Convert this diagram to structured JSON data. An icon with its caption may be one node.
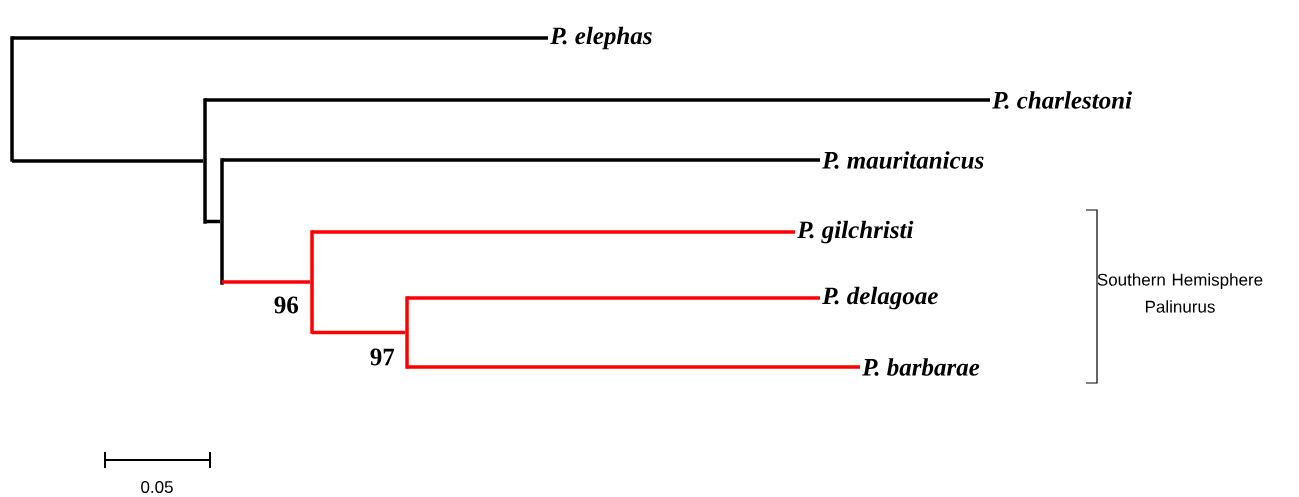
{
  "diagram": {
    "nodes": [
      {
        "text": [
          "P. elephas"
        ]
      },
      {
        "text": [
          "P. charlestoni"
        ]
      },
      {
        "text": [
          "P. mauritanicus"
        ]
      },
      {
        "text": [
          "P. gilchristi"
        ]
      },
      {
        "text": [
          "P. delagoae"
        ]
      },
      {
        "text": [
          "P. barbarae"
        ]
      },
      {
        "text": [],
        "shape": "bar"
      },
      {
        "text": [],
        "shape": "bar"
      },
      {
        "text": [],
        "shape": "bar"
      },
      {
        "text": [],
        "shape": "bar",
        "beside": [
          "96"
        ]
      },
      {
        "text": [],
        "shape": "bar",
        "beside": [
          "97"
        ]
      }
    ],
    "edges": [
      {
        "from": 6,
        "to": 0,
        "arrow": "none"
      },
      {
        "from": 6,
        "to": 7,
        "arrow": "none"
      },
      {
        "from": 7,
        "to": 1,
        "arrow": "none"
      },
      {
        "from": 7,
        "to": 8,
        "arrow": "none"
      },
      {
        "from": 8,
        "to": 2,
        "arrow": "none"
      },
      {
        "from": 8,
        "to": 9,
        "arrow": "none",
        "color": "#ff0000"
      },
      {
        "from": 9,
        "to": 3,
        "arrow": "none",
        "color": "#ff0000"
      },
      {
        "from": 9,
        "to": 10,
        "arrow": "none",
        "color": "#ff0000"
      },
      {
        "from": 10,
        "to": 4,
        "arrow": "none",
        "color": "#ff0000"
      },
      {
        "from": 10,
        "to": 5,
        "arrow": "none",
        "color": "#ff0000"
      }
    ],
    "labels": [
      "Southern Hemisphere Palinurus",
      "0.05"
    ]
  }
}
